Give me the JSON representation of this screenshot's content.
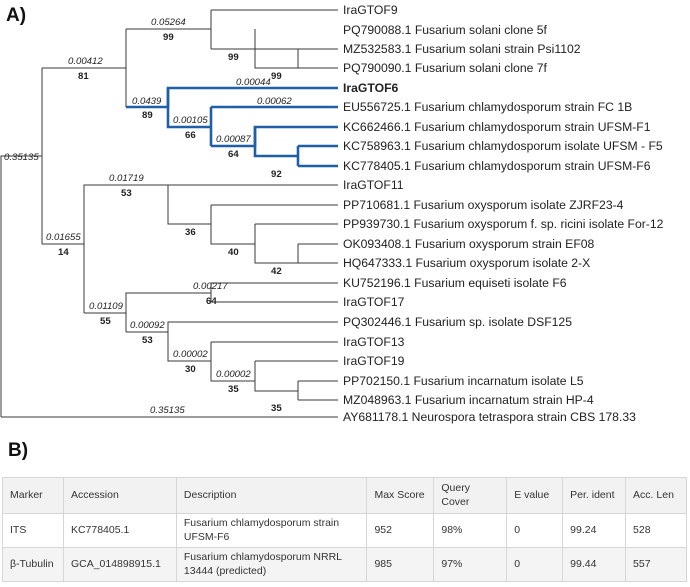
{
  "panel_a": {
    "label": "A)",
    "tips": [
      {
        "label": "IraGTOF9",
        "bold": false
      },
      {
        "label": "PQ790088.1 Fusarium solani clone 5f",
        "bold": false
      },
      {
        "label": "MZ532583.1 Fusarium solani strain Psi1102",
        "bold": false
      },
      {
        "label": "PQ790090.1 Fusarium solani clone 7f",
        "bold": false
      },
      {
        "label": "IraGTOF6",
        "bold": true
      },
      {
        "label": "EU556725.1 Fusarium chlamydosporum strain FC 1B",
        "bold": false
      },
      {
        "label": "KC662466.1 Fusarium chlamydosporum strain UFSM-F1",
        "bold": false
      },
      {
        "label": "KC758963.1 Fusarium chlamydosporum isolate UFSM - F5",
        "bold": false
      },
      {
        "label": "KC778405.1 Fusarium chlamydosporum strain UFSM-F6",
        "bold": false
      },
      {
        "label": "IraGTOF11",
        "bold": false
      },
      {
        "label": "PP710681.1 Fusarium oxysporum isolate ZJRF23-4",
        "bold": false
      },
      {
        "label": "PP939730.1 Fusarium oxysporum f. sp. ricini isolate For-12",
        "bold": false
      },
      {
        "label": "OK093408.1 Fusarium oxysporum strain EF08",
        "bold": false
      },
      {
        "label": "HQ647333.1 Fusarium oxysporum isolate 2-X",
        "bold": false
      },
      {
        "label": "KU752196.1 Fusarium equiseti isolate F6",
        "bold": false
      },
      {
        "label": "IraGTOF17",
        "bold": false
      },
      {
        "label": "PQ302446.1 Fusarium sp. isolate DSF125",
        "bold": false
      },
      {
        "label": "IraGTOF13",
        "bold": false
      },
      {
        "label": "IraGTOF19",
        "bold": false
      },
      {
        "label": "PP702150.1 Fusarium incarnatum isolate L5",
        "bold": false
      },
      {
        "label": "MZ048963.1 Fusarium incarnatum strain HP-4",
        "bold": false
      },
      {
        "label": "AY681178.1 Neurospora tetraspora strain CBS 178.33",
        "bold": false
      }
    ],
    "branch_lengths": {
      "root": "0.35135",
      "solani_chlamy_clade": "0.00412",
      "solani_clade": "0.05264",
      "chlamy_clade": "0.0439",
      "iragtof6": "0.00044",
      "chlamy_inner": "0.00105",
      "eu556725": "0.00062",
      "f1_f5_f6": "0.00087",
      "oxy_equi_inc_clade": "0.01655",
      "oxy_clade": "0.01719",
      "equi_inc_clade": "0.01109",
      "equi_pair": "0.00217",
      "inc_clade": "0.00092",
      "inc_inner": "0.00002",
      "inc_pair": "0.00002",
      "outgroup": "0.35135"
    },
    "bootstraps": {
      "solani_chlamy_clade": "81",
      "solani_clade": "99",
      "solani_inner": "99",
      "solani_pair": "99",
      "chlamy_clade": "89",
      "chlamy_inner": "66",
      "f1_f5_f6": "64",
      "f5_f6": "92",
      "oxy_equi_inc_clade": "14",
      "oxy_clade": "53",
      "oxy_inner": "36",
      "oxy_sub": "40",
      "oxy_pair": "42",
      "equi_inc_clade": "55",
      "equi_pair": "64",
      "inc_clade": "53",
      "inc_inner": "30",
      "inc_sub": "35",
      "inc_pair": "35"
    },
    "colors": {
      "branch": "#3a3a3a",
      "highlight": "#1f5fa8"
    }
  },
  "panel_b": {
    "label": "B)",
    "headers": [
      "Marker",
      "Accession",
      "Description",
      "Max Score",
      "Query Cover",
      "E value",
      "Per. ident",
      "Acc. Len"
    ],
    "rows": [
      [
        "ITS",
        "KC778405.1",
        "Fusarium chlamydosporum strain UFSM-F6",
        "952",
        "98%",
        "0",
        "99.24",
        "528"
      ],
      [
        "β-Tubulin",
        "GCA_014898915.1",
        "Fusarium chlamydosporum NRRL 13444 (predicted)",
        "985",
        "97%",
        "0",
        "99.44",
        "557"
      ]
    ]
  }
}
